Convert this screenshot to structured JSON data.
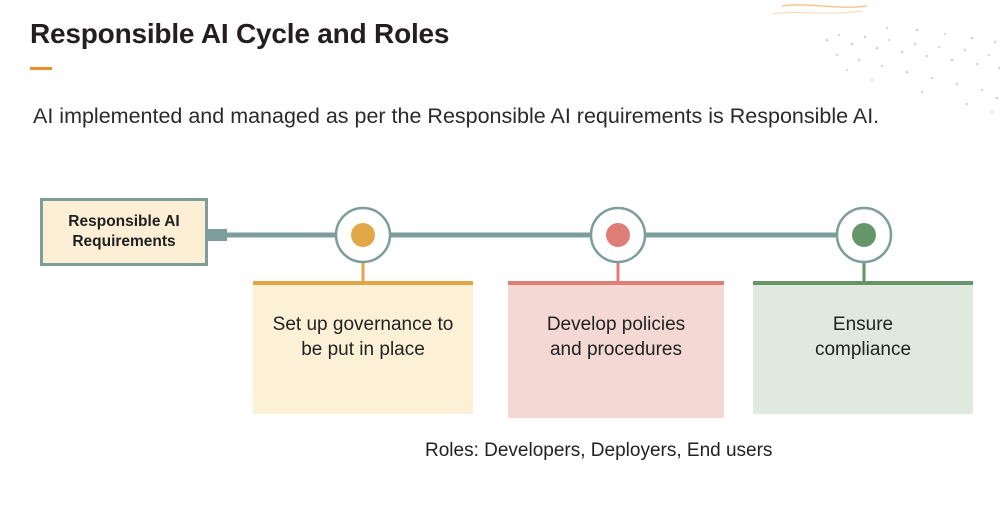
{
  "title": "Responsible AI Cycle and Roles",
  "subtitle": "AI implemented and managed as per the Responsible AI requirements is Responsible AI.",
  "diagram": {
    "start_node": "Responsible AI Requirements",
    "steps": [
      {
        "label": "Set up governance to be put in place",
        "color": "#e1a746"
      },
      {
        "label": "Develop policies and procedures",
        "color": "#de7e77"
      },
      {
        "label": "Ensure compliance",
        "color": "#66956b"
      }
    ],
    "connector_color": "#7d9d9a"
  },
  "roles": "Roles: Developers, Deployers, End users",
  "colors": {
    "title_accent": "#e8912d",
    "card_1_bg": "#fcf1d6",
    "card_2_bg": "#f3d8d3",
    "card_3_bg": "#dfe9df"
  }
}
